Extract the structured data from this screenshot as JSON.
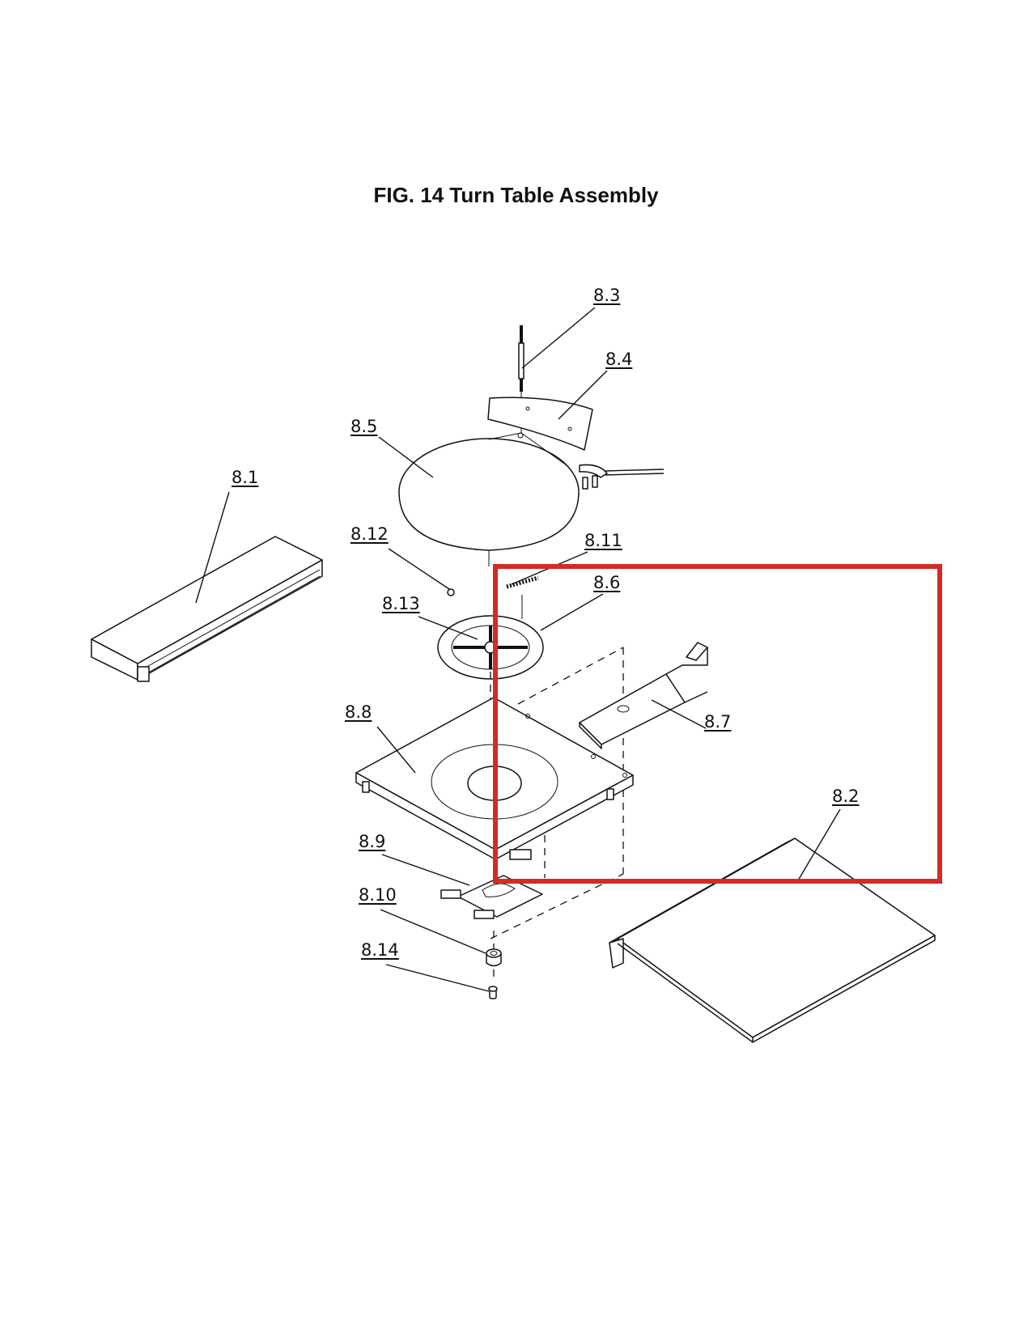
{
  "figure": {
    "title": "FIG. 14  Turn Table Assembly"
  },
  "callouts": [
    {
      "id": "c83",
      "label": "8.3"
    },
    {
      "id": "c84",
      "label": "8.4"
    },
    {
      "id": "c85",
      "label": "8.5"
    },
    {
      "id": "c81",
      "label": "8.1"
    },
    {
      "id": "c812",
      "label": "8.12"
    },
    {
      "id": "c811",
      "label": "8.11"
    },
    {
      "id": "c86",
      "label": "8.6"
    },
    {
      "id": "c813",
      "label": "8.13"
    },
    {
      "id": "c88",
      "label": "8.8"
    },
    {
      "id": "c87",
      "label": "8.7"
    },
    {
      "id": "c82",
      "label": "8.2"
    },
    {
      "id": "c89",
      "label": "8.9"
    },
    {
      "id": "c810",
      "label": "8.10"
    },
    {
      "id": "c814",
      "label": "8.14"
    }
  ],
  "highlight": {
    "color": "#d42b25"
  }
}
